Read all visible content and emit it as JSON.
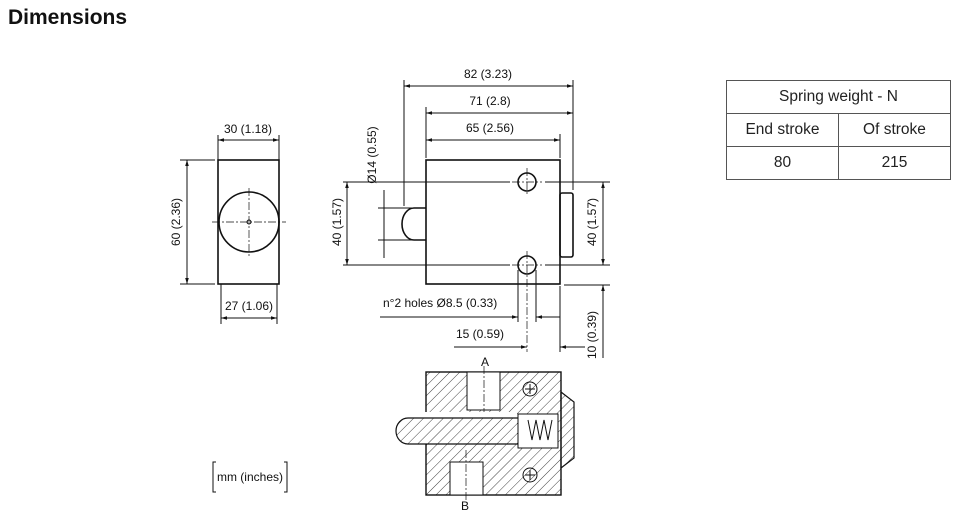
{
  "title": "Dimensions",
  "side_view": {
    "width_top": "30 (1.18)",
    "height": "60 (2.36)",
    "width_bottom": "27 (1.06)"
  },
  "front_view": {
    "overall": "82 (3.23)",
    "length_with_cap": "71 (2.8)",
    "body_length": "65 (2.56)",
    "pin_diameter": "Ø14 (0.55)",
    "hole_spacing_left": "40 (1.57)",
    "hole_spacing_right": "40 (1.57)",
    "holes": "n°2 holes Ø8.5 (0.33)",
    "hole_offset_x": "15 (0.59)",
    "hole_offset_y": "10 (0.39)"
  },
  "section": {
    "port_a": "A",
    "port_b": "B"
  },
  "units_note": "mm (inches)",
  "spring_table": {
    "header": "Spring weight - N",
    "columns": [
      "End stroke",
      "Of stroke"
    ],
    "values": [
      "80",
      "215"
    ]
  }
}
